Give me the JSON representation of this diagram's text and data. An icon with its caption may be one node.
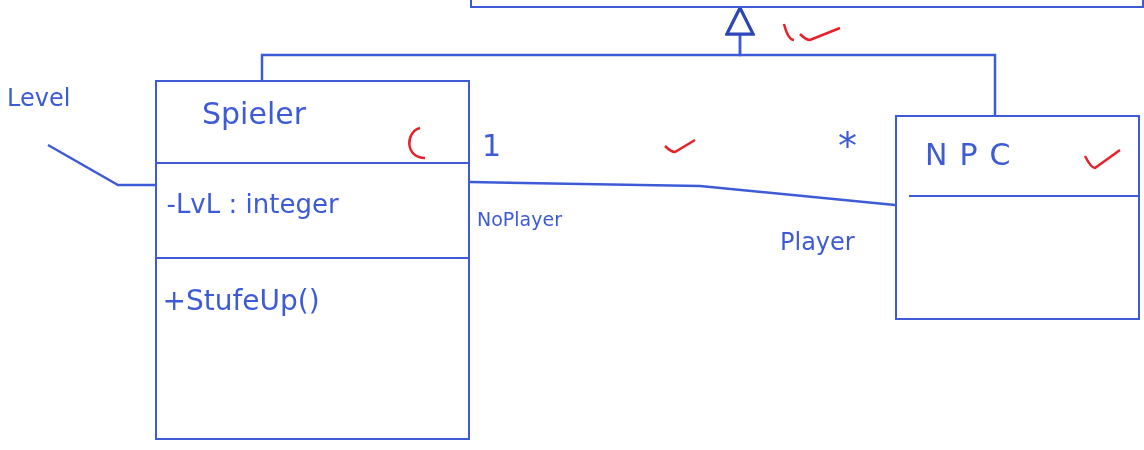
{
  "diagram": {
    "nodes": [
      {
        "text": [],
        "shape": "box"
      },
      {
        "text": [
          "Spieler"
        ]
      },
      {
        "text": [
          "-LvL : integer"
        ],
        "in": 1
      },
      {
        "text": [
          "+StufeUp()"
        ],
        "in": 1
      },
      {
        "text": [
          "Level"
        ]
      },
      {
        "text": [
          "NPC"
        ]
      }
    ],
    "edges": [
      {
        "from": 1,
        "to": 0,
        "arrow": "to"
      },
      {
        "from": 5,
        "to": 0,
        "arrow": "to"
      },
      {
        "from": 1,
        "to": 5,
        "arrow": "none"
      },
      {
        "from": 4,
        "to": 2,
        "arrow": "none"
      }
    ],
    "labels": [
      "1",
      "*",
      "NoPlayer",
      "Player"
    ]
  }
}
